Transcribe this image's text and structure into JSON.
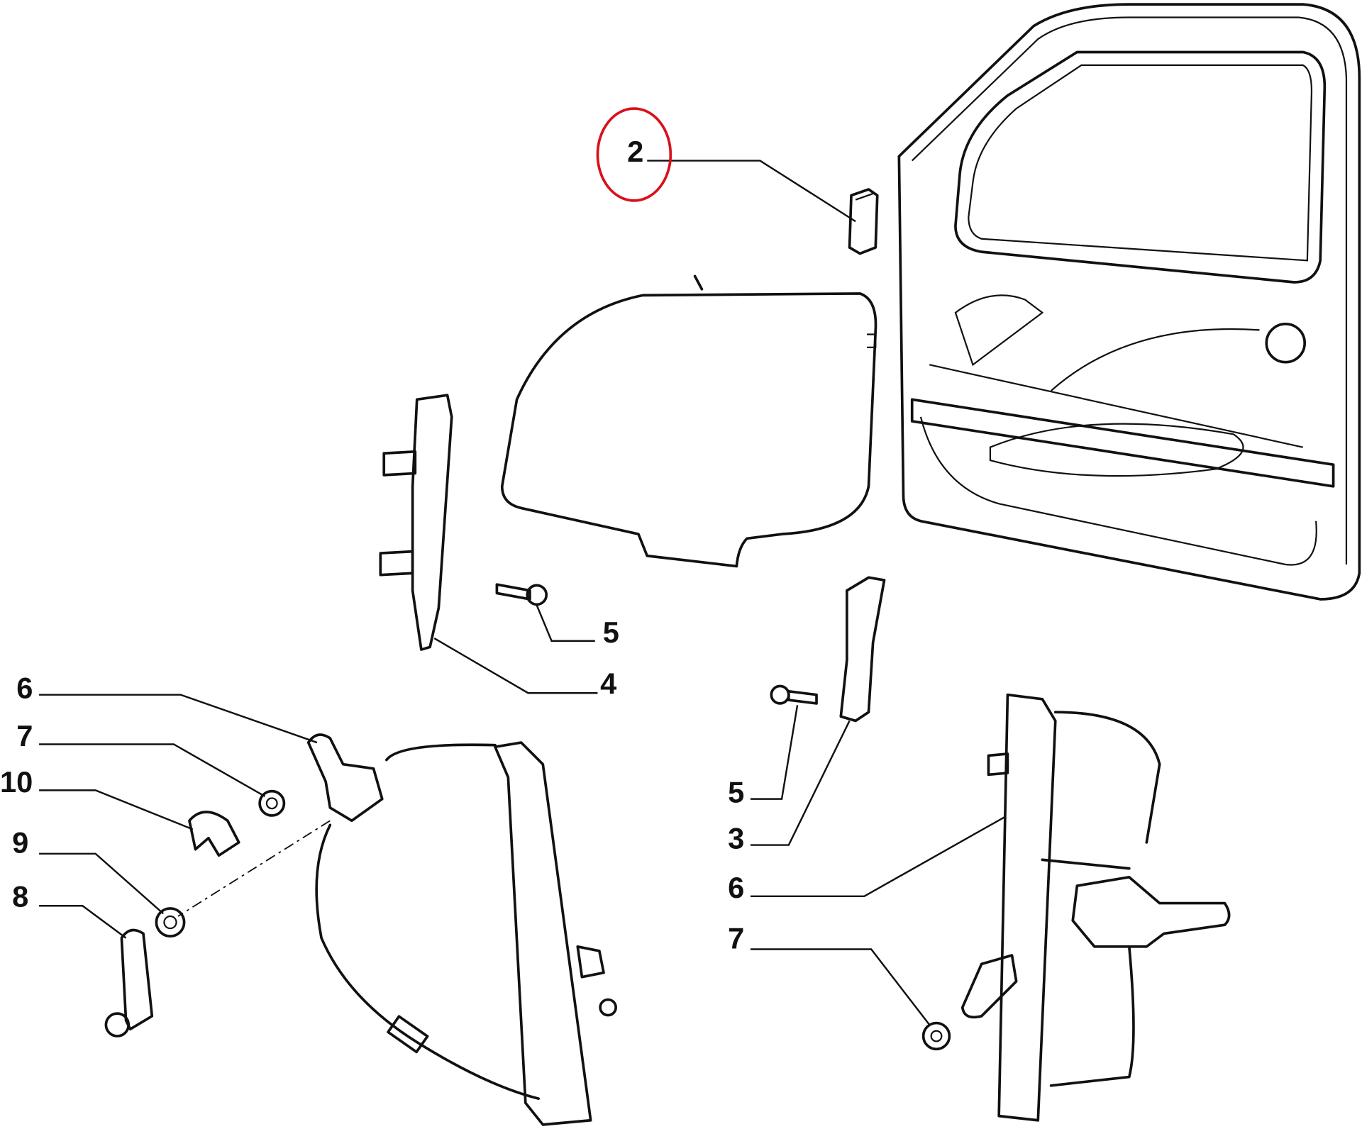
{
  "diagram": {
    "callouts": [
      {
        "id": "c2",
        "label": "2",
        "part": "window-channel-insert",
        "highlighted": true
      },
      {
        "id": "c5a",
        "label": "5",
        "part": "bolt"
      },
      {
        "id": "c4",
        "label": "4",
        "part": "rear-glass-guide"
      },
      {
        "id": "c6a",
        "label": "6",
        "part": "manual-window-regulator"
      },
      {
        "id": "c7a",
        "label": "7",
        "part": "nut"
      },
      {
        "id": "c10",
        "label": "10",
        "part": "clip"
      },
      {
        "id": "c9",
        "label": "9",
        "part": "washer"
      },
      {
        "id": "c8",
        "label": "8",
        "part": "window-crank-handle"
      },
      {
        "id": "c5b",
        "label": "5",
        "part": "bolt"
      },
      {
        "id": "c3",
        "label": "3",
        "part": "front-glass-guide"
      },
      {
        "id": "c6b",
        "label": "6",
        "part": "electric-window-regulator"
      },
      {
        "id": "c7b",
        "label": "7",
        "part": "nut"
      }
    ],
    "highlight_color": "#d8111b"
  }
}
